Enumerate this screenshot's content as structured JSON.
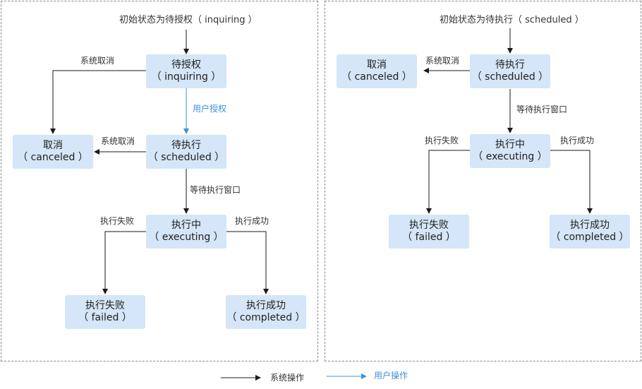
{
  "colors": {
    "system": "#1a1a1a",
    "user": "#3d8fe0",
    "node_fill": "#d4e6f7",
    "panel_border": "#8a8a8a"
  },
  "left": {
    "initial": "初始状态为待授权（ inquiring ）",
    "nodes": {
      "inquiring": {
        "name": "待授权",
        "code": "（ inquiring ）"
      },
      "scheduled": {
        "name": "待执行",
        "code": "（ scheduled ）"
      },
      "canceled": {
        "name": "取消",
        "code": "（ canceled ）"
      },
      "executing": {
        "name": "执行中",
        "code": "（ executing ）"
      },
      "failed": {
        "name": "执行失败",
        "code": "（ failed ）"
      },
      "completed": {
        "name": "执行成功",
        "code": "（ completed ）"
      }
    },
    "edges": {
      "inquiring_to_canceled": "系统取消",
      "inquiring_to_scheduled": "用户授权",
      "scheduled_to_canceled": "系统取消",
      "scheduled_to_executing": "等待执行窗口",
      "executing_to_failed": "执行失败",
      "executing_to_completed": "执行成功"
    }
  },
  "right": {
    "initial": "初始状态为待执行（ scheduled ）",
    "nodes": {
      "scheduled": {
        "name": "待执行",
        "code": "（ scheduled ）"
      },
      "canceled": {
        "name": "取消",
        "code": "（ canceled ）"
      },
      "executing": {
        "name": "执行中",
        "code": "（ executing ）"
      },
      "failed": {
        "name": "执行失败",
        "code": "（ failed ）"
      },
      "completed": {
        "name": "执行成功",
        "code": "（ completed ）"
      }
    },
    "edges": {
      "scheduled_to_canceled": "系统取消",
      "scheduled_to_executing": "等待执行窗口",
      "executing_to_failed": "执行失败",
      "executing_to_completed": "执行成功"
    }
  },
  "legend": {
    "system": "系统操作",
    "user": "用户操作"
  }
}
